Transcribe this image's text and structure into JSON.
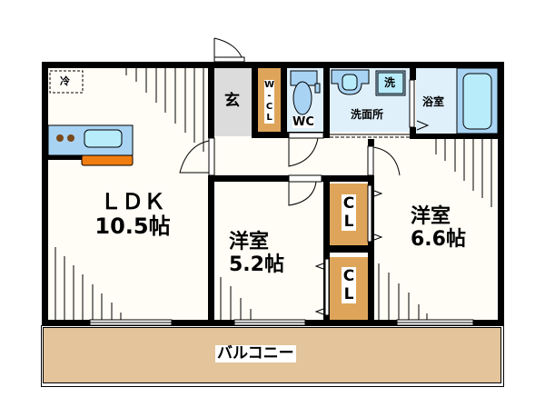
{
  "floorplan": {
    "rooms": {
      "ldk": {
        "name": "ＬＤＫ",
        "size": "10.5帖"
      },
      "western_room_1": {
        "name": "洋室",
        "size": "5.2帖"
      },
      "western_room_2": {
        "name": "洋室",
        "size": "6.6帖"
      },
      "entrance": {
        "name": "玄"
      },
      "walk_in_closet": {
        "name_lines": [
          "W",
          "-",
          "C",
          "L"
        ]
      },
      "toilet": {
        "name": "WC"
      },
      "washroom": {
        "name": "洗面所"
      },
      "washer": {
        "name": "洗"
      },
      "bathroom": {
        "name": "浴室"
      },
      "closet_1": {
        "name_lines": [
          "C",
          "L"
        ]
      },
      "closet_2": {
        "name_lines": [
          "C",
          "L"
        ]
      },
      "balcony": {
        "name": "バルコニー"
      },
      "fridge": {
        "name": "冷"
      }
    },
    "colors": {
      "floor": "#fffdf5",
      "wall": "#000000",
      "closet": "#dea55a",
      "wet_area": "#dff0fb",
      "fixture_blue": "#a9d3f3",
      "stove_counter": "#a9d3f3",
      "counter_orange": "#f07d10",
      "balcony": "#e3c49b",
      "entrance": "#dcdcdc"
    }
  }
}
